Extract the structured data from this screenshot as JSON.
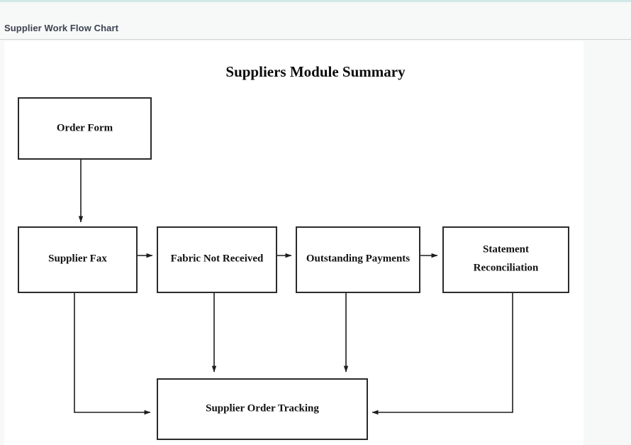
{
  "window": {
    "title": "Supplier Work Flow Chart",
    "accent_color": "#d3e7e7",
    "background_color": "#f7f8f8",
    "panel_color": "#ffffff",
    "title_color": "#3b4350",
    "divider_color": "#cfd2d4"
  },
  "diagram": {
    "title": "Suppliers Module Summary",
    "stroke_color": "#2b2b2b",
    "node_fill": "#ffffff",
    "label_color": "#111111",
    "nodes": [
      {
        "id": "order-form",
        "label": "Order Form",
        "label_line2": ""
      },
      {
        "id": "supplier-fax",
        "label": "Supplier Fax",
        "label_line2": ""
      },
      {
        "id": "fabric-not-received",
        "label": "Fabric Not Received",
        "label_line2": ""
      },
      {
        "id": "outstanding-payments",
        "label": "Outstanding Payments",
        "label_line2": ""
      },
      {
        "id": "statement-reconciliation",
        "label": "Statement",
        "label_line2": "Reconciliation"
      },
      {
        "id": "supplier-order-tracking",
        "label": "Supplier Order Tracking",
        "label_line2": ""
      }
    ],
    "edges": [
      {
        "from": "order-form",
        "to": "supplier-fax"
      },
      {
        "from": "supplier-fax",
        "to": "fabric-not-received"
      },
      {
        "from": "fabric-not-received",
        "to": "outstanding-payments"
      },
      {
        "from": "outstanding-payments",
        "to": "statement-reconciliation"
      },
      {
        "from": "supplier-fax",
        "to": "supplier-order-tracking"
      },
      {
        "from": "fabric-not-received",
        "to": "supplier-order-tracking"
      },
      {
        "from": "outstanding-payments",
        "to": "supplier-order-tracking"
      },
      {
        "from": "statement-reconciliation",
        "to": "supplier-order-tracking"
      }
    ]
  }
}
